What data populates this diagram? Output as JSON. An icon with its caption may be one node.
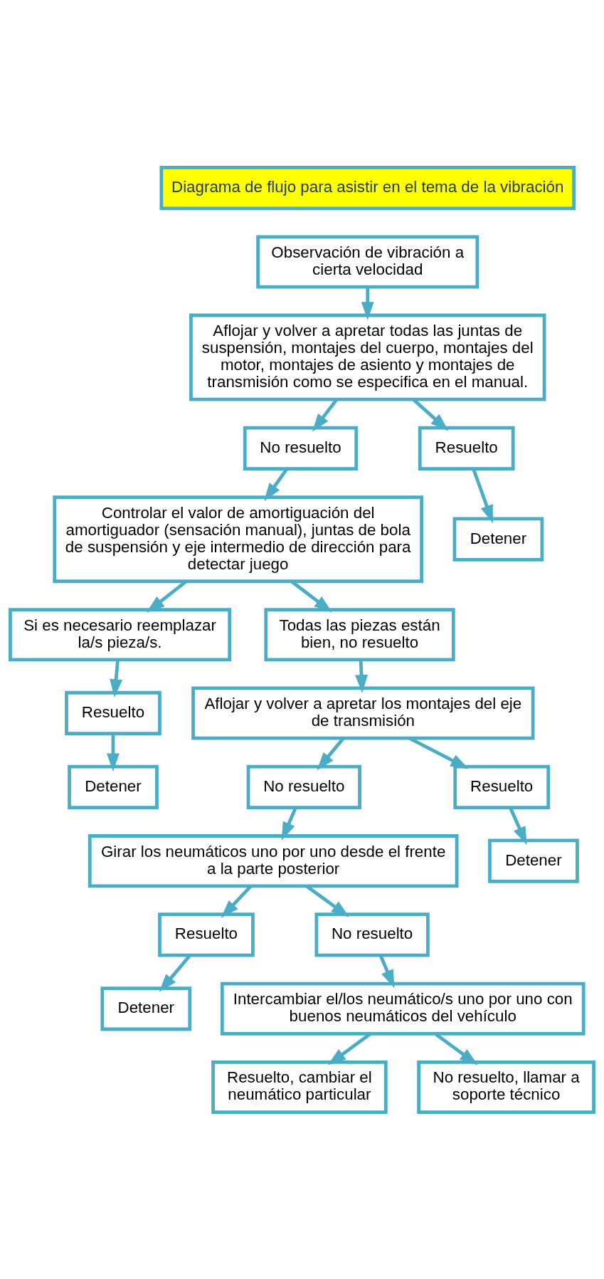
{
  "diagram": {
    "nodes": [
      {
        "text": [
          "Diagrama de flujo para asistir en el tema de la vibración"
        ]
      },
      {
        "text": [
          "Observación de vibración a cierta velocidad"
        ]
      },
      {
        "text": [
          "Aflojar y volver a apretar todas las juntas de suspensión, montajes del cuerpo, montajes del motor, montajes de asiento y montajes de transmisión como se especifica en el manual."
        ]
      },
      {
        "text": [
          "No resuelto"
        ]
      },
      {
        "text": [
          "Resuelto"
        ]
      },
      {
        "text": [
          "Detener"
        ]
      },
      {
        "text": [
          "Controlar el valor de amortiguación del amortiguador (sensación manual), juntas de bola de suspensión y eje intermedio de dirección para detectar juego"
        ]
      },
      {
        "text": [
          "Si es necesario reemplazar la/s pieza/s."
        ]
      },
      {
        "text": [
          "Todas las piezas están bien, no resuelto"
        ]
      },
      {
        "text": [
          "Resuelto"
        ]
      },
      {
        "text": [
          "Aflojar y volver a apretar los montajes del eje de transmisión"
        ]
      },
      {
        "text": [
          "Detener"
        ]
      },
      {
        "text": [
          "No resuelto"
        ]
      },
      {
        "text": [
          "Resuelto"
        ]
      },
      {
        "text": [
          "Girar los neumáticos uno por uno desde el frente a la parte posterior"
        ]
      },
      {
        "text": [
          "Detener"
        ]
      },
      {
        "text": [
          "Resuelto"
        ]
      },
      {
        "text": [
          "No resuelto"
        ]
      },
      {
        "text": [
          "Detener"
        ]
      },
      {
        "text": [
          "Intercambiar el/los neumático/s uno por uno con buenos neumáticos del vehículo"
        ]
      },
      {
        "text": [
          "Resuelto, cambiar el neumático particular"
        ]
      },
      {
        "text": [
          "No resuelto, llamar a soporte técnico"
        ]
      }
    ],
    "edges": [
      {
        "from": 1,
        "to": 2,
        "arrow": "to"
      },
      {
        "from": 2,
        "to": 3,
        "arrow": "to"
      },
      {
        "from": 2,
        "to": 4,
        "arrow": "to"
      },
      {
        "from": 4,
        "to": 5,
        "arrow": "to"
      },
      {
        "from": 3,
        "to": 6,
        "arrow": "to"
      },
      {
        "from": 6,
        "to": 7,
        "arrow": "to"
      },
      {
        "from": 6,
        "to": 8,
        "arrow": "to"
      },
      {
        "from": 7,
        "to": 9,
        "arrow": "to"
      },
      {
        "from": 9,
        "to": 11,
        "arrow": "to"
      },
      {
        "from": 8,
        "to": 10,
        "arrow": "to"
      },
      {
        "from": 10,
        "to": 12,
        "arrow": "to"
      },
      {
        "from": 10,
        "to": 13,
        "arrow": "to"
      },
      {
        "from": 13,
        "to": 15,
        "arrow": "to"
      },
      {
        "from": 12,
        "to": 14,
        "arrow": "to"
      },
      {
        "from": 14,
        "to": 16,
        "arrow": "to"
      },
      {
        "from": 14,
        "to": 17,
        "arrow": "to"
      },
      {
        "from": 16,
        "to": 18,
        "arrow": "to"
      },
      {
        "from": 17,
        "to": 19,
        "arrow": "to"
      },
      {
        "from": 19,
        "to": 20,
        "arrow": "to"
      },
      {
        "from": 19,
        "to": 21,
        "arrow": "to"
      }
    ]
  }
}
